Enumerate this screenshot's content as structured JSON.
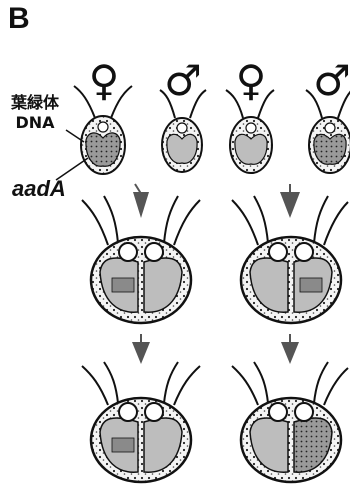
{
  "panel": {
    "letter": "B"
  },
  "labels": {
    "chloroplast_dna_line1": "葉緑体",
    "chloroplast_dna_line2": "DNA",
    "gene": "aadA"
  },
  "gametes": [
    {
      "sex": "♀",
      "sex_name": "female-symbol",
      "carries_gene": true
    },
    {
      "sex": "♂",
      "sex_name": "male-symbol",
      "carries_gene": false
    },
    {
      "sex": "♀",
      "sex_name": "female-symbol",
      "carries_gene": false
    },
    {
      "sex": "♂",
      "sex_name": "male-symbol",
      "carries_gene": true
    }
  ],
  "colors": {
    "line": "#1a1a1a",
    "chloroplast": "#bdbdbd",
    "gene_patch": "#8a8a8a",
    "arrow": "#555555"
  }
}
